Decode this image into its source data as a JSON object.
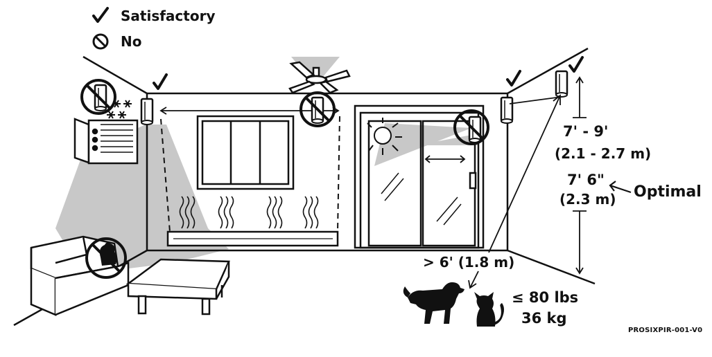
{
  "legend": {
    "satisfactory_label": "Satisfactory",
    "no_label": "No"
  },
  "measurements": {
    "height_range_ft": "7' - 9'",
    "height_range_m": "(2.1 - 2.7 m)",
    "optimal_height_ft": "7' 6\"",
    "optimal_height_m": "(2.3 m)",
    "optimal_label": "Optimal",
    "pet_distance": "> 6' (1.8 m)",
    "pet_weight_lbs": "≤ 80 lbs",
    "pet_weight_kg": "36 kg"
  },
  "figure_code": "PROSIXPIR-001-V0",
  "colors": {
    "ink": "#111111",
    "coverage_gray": "#c8c8c8",
    "background": "#ffffff"
  },
  "icons": {
    "satisfactory": "check-mark-icon",
    "not_allowed": "prohibited-circle-icon"
  }
}
